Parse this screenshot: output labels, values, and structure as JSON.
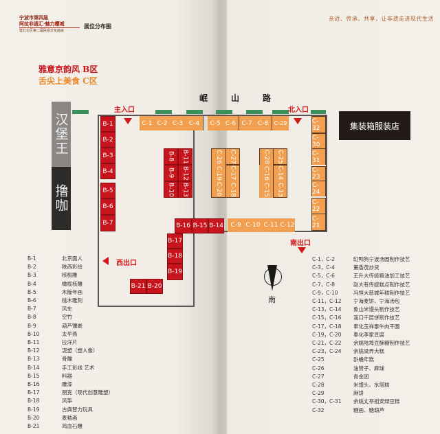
{
  "header": {
    "logo": {
      "line1": "宁波市第四届",
      "line2": "阿拉非遗汇·魅力樱城",
      "line3": "暨北仑区第二届民俗文化庙会"
    },
    "subtitle": "展位分布图",
    "slogan": "亲近、传承、共享，让非遗走进现代生活"
  },
  "zones": {
    "b_zone": "雅意京韵风 B区",
    "c_zone": "舌尖上美食 C区"
  },
  "road": {
    "chars": [
      "岷",
      "山",
      "路"
    ]
  },
  "shops": {
    "hanbao": "汉堡王",
    "luka": "撸咖",
    "jizhuangxiang": "集装箱服装店"
  },
  "exits": {
    "main_entrance": "主入口",
    "north_entrance": "北入口",
    "west_exit": "西出口",
    "south_exit": "南出口"
  },
  "compass": {
    "label": "南"
  },
  "colors": {
    "b_zone": "#c8141c",
    "c_zone": "#f0a050",
    "green_bar": "#3b8f5a",
    "exit_red": "#d01818"
  },
  "booths": {
    "B1": "B-1",
    "B2": "B-2",
    "B3": "B-3",
    "B4": "B-4",
    "B5": "B-5",
    "B6": "B-6",
    "B7": "B-7",
    "B8": "B-8",
    "B9": "B-9",
    "B10": "B-10",
    "B11": "B-11",
    "B12": "B-12",
    "B13": "B-13",
    "B14": "B-14",
    "B15": "B-15",
    "B16": "B-16",
    "B17": "B-17",
    "B18": "B-18",
    "B19": "B-19",
    "B20": "B-20",
    "B21": "B-21",
    "C1": "C-1",
    "C2": "C-2",
    "C3": "C-3",
    "C4": "C-4",
    "C5": "C-5",
    "C6": "C-6",
    "C7": "C-7",
    "C8": "C-8",
    "C9": "C-9",
    "C10": "C-10",
    "C11": "C-11",
    "C12": "C-12",
    "C13": "C-13",
    "C14": "C-14",
    "C15": "C-15",
    "C16": "C-16",
    "C17": "C-17",
    "C18": "C-18",
    "C19": "C-19",
    "C20": "C-20",
    "C21": "C-21",
    "C22": "C-22",
    "C23": "C-23",
    "C24": "C-24",
    "C25": "C-25",
    "C26": "C-26",
    "C27": "C-27",
    "C28": "C-28",
    "C29": "C-29",
    "C30": "C-30",
    "C31": "C-31",
    "C32": "C-32"
  },
  "legend_b": [
    {
      "code": "B-1",
      "name": "北京面人"
    },
    {
      "code": "B-2",
      "name": "陕西彩绘"
    },
    {
      "code": "B-3",
      "name": "核桃雕"
    },
    {
      "code": "B-4",
      "name": "橄榄核雕"
    },
    {
      "code": "B-5",
      "name": "木版年画"
    },
    {
      "code": "B-6",
      "name": "桃木雕刻"
    },
    {
      "code": "B-7",
      "name": "风车"
    },
    {
      "code": "B-8",
      "name": "空竹"
    },
    {
      "code": "B-9",
      "name": "葫芦镶嵌"
    },
    {
      "code": "B-10",
      "name": "太平燕"
    },
    {
      "code": "B-11",
      "name": "拉洋片"
    },
    {
      "code": "B-12",
      "name": "泥塑（塑人像）"
    },
    {
      "code": "B-13",
      "name": "骨雕"
    },
    {
      "code": "B-14",
      "name": "手工彩线 艺术"
    },
    {
      "code": "B-15",
      "name": "料器"
    },
    {
      "code": "B-16",
      "name": "雕漆"
    },
    {
      "code": "B-17",
      "name": "朋克（现代创意雕塑）"
    },
    {
      "code": "B-18",
      "name": "风筝"
    },
    {
      "code": "B-19",
      "name": "古典智力玩具"
    },
    {
      "code": "B-20",
      "name": "麦秸画"
    },
    {
      "code": "B-21",
      "name": "鸡血石雕"
    }
  ],
  "legend_c": [
    {
      "code": "C-1，C-2",
      "name": "缸鸭狗宁波汤圆制作技艺"
    },
    {
      "code": "C-3，C-4",
      "name": "董香茂炒货"
    },
    {
      "code": "C-5，C-6",
      "name": "王升大传统粮油加工技艺"
    },
    {
      "code": "C-7，C-8",
      "name": "赵大有传统糕点制作技艺"
    },
    {
      "code": "C-9，C-10",
      "name": "冯恒大慈城年糕制作技艺"
    },
    {
      "code": "C-11，C-12",
      "name": "宁海麦饼、宁海汤包"
    },
    {
      "code": "C-13，C-14",
      "name": "象山米馒头制作技艺"
    },
    {
      "code": "C-15，C-16",
      "name": "溪口千层饼制作技艺"
    },
    {
      "code": "C-17，C-18",
      "name": "奉化玉祥泰牛肉干園"
    },
    {
      "code": "C-19，C-20",
      "name": "奉化李家豆腐"
    },
    {
      "code": "C-21，C-22",
      "name": "余姚陆埠豆酥糖制作技艺"
    },
    {
      "code": "C-23，C-24",
      "name": "余姚梁弄大糕"
    },
    {
      "code": "C-25",
      "name": "卧蟾年糕"
    },
    {
      "code": "C-26",
      "name": "油赞子、麻球"
    },
    {
      "code": "C-27",
      "name": "青金团"
    },
    {
      "code": "C-28",
      "name": "米馒头、水塔糕"
    },
    {
      "code": "C-29",
      "name": "麻饼"
    },
    {
      "code": "C-30，C-31",
      "name": "余姚丈亭祖安绿豆糕"
    },
    {
      "code": "C-32",
      "name": "糖画、糖葫芦"
    }
  ]
}
